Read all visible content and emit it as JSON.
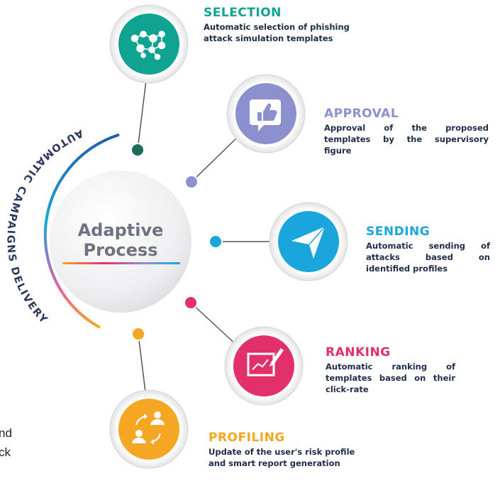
{
  "center": {
    "title_line1": "Adaptive",
    "title_line2": "Process"
  },
  "arc_label": "AUTOMATIC CAMPAIGNS DELIVERY",
  "left_cut_text": [
    "nd",
    "ck"
  ],
  "steps": [
    {
      "title": "SELECTION",
      "description": "Automatic selection of phishing attack simulation templates",
      "color": "#10a392",
      "icon": "network-nodes-icon"
    },
    {
      "title": "APPROVAL",
      "description": "Approval of the proposed templates by the supervisory figure",
      "color": "#8c90cf",
      "icon": "thumbs-up-icon"
    },
    {
      "title": "SENDING",
      "description": "Automatic sending of attacks based on identified profiles",
      "color": "#1aa6dc",
      "icon": "paper-plane-icon"
    },
    {
      "title": "RANKING",
      "description": "Automatic ranking of templates based on their click-rate",
      "color": "#e2306a",
      "icon": "chart-board-icon"
    },
    {
      "title": "PROFILING",
      "description": "Update of the user's risk profile and smart report generation",
      "color": "#f5a623",
      "icon": "user-cycle-icon"
    }
  ]
}
